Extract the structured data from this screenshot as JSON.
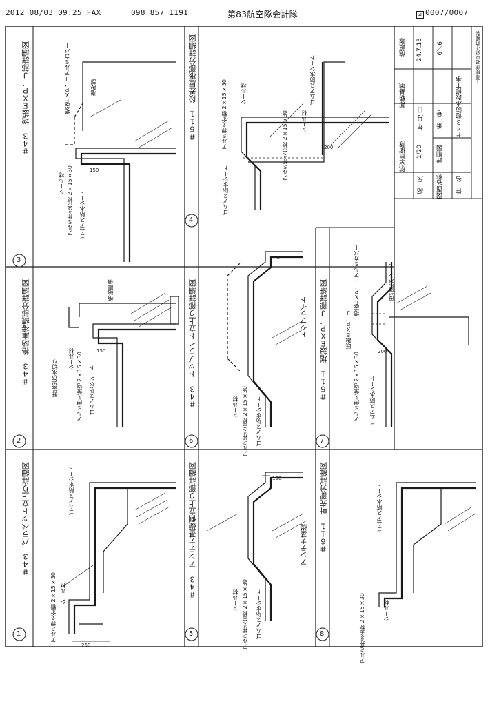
{
  "fax_header": {
    "datetime": "2012 08/03 09:25 FAX",
    "fax_number": "098 857 1191",
    "sender": "第83航空隊会計隊",
    "page": "0007/0007"
  },
  "title_block": {
    "heading": "工事関係者以外不許複製",
    "rows": [
      {
        "label": "件　名",
        "value": "＃４３他防水改修工事"
      },
      {
        "label": "図面名称",
        "value": "詳細図",
        "sub_label": "番　号",
        "sub_value": "6／6"
      },
      {
        "label": "縮　尺",
        "value": "1/20",
        "sub_label": "年 月 日",
        "sub_value": "24.7.13"
      }
    ],
    "organization": "航空自衛隊",
    "base": "那覇基地",
    "dept": "施設隊"
  },
  "panels": [
    {
      "num": "1",
      "title": "＃４３　パラペット立上り詳細図",
      "labels": {
        "sheet": "ゴムアス防水シート",
        "metal": "アルミ押え金物",
        "metal_size": "2×15×30",
        "seal": "シール材",
        "dim": "250"
      }
    },
    {
      "num": "2",
      "title": "＃４３　格納庫接続部分詳細図",
      "labels": {
        "existing": "既設SUS水切り",
        "seal": "シール材",
        "metal": "アルミ押え金物",
        "metal_size": "2×15×30",
        "sheet": "ゴムアス防水シート",
        "building": "格納庫棟",
        "dim": "150"
      }
    },
    {
      "num": "3",
      "title": "＃４３　増設ＥＸＰ．Ｊ部詳細図",
      "labels": {
        "cover": "増設ＥＸＰ．Ｊアルミカバー",
        "part": "増設部",
        "seal": "シール材",
        "metal": "アルミ押え金物",
        "metal_size": "2×15×30",
        "sheet": "ゴムアス防水シート",
        "dim": "150"
      }
    },
    {
      "num": "4",
      "title": "＃６１１　段差屋根部分詳細図",
      "labels": {
        "metal": "アルミ押え金物",
        "metal_size": "2×15×30",
        "seal": "シール材",
        "metal2": "アルミ押え金物",
        "metal2_size": "2×15×30",
        "sheet": "ゴムアス防水シート",
        "sheet2": "ゴムアス防水シート",
        "dim": "200"
      }
    },
    {
      "num": "5",
      "title": "＃４３　アンテナ基礎側立上り部詳細図",
      "labels": {
        "seal": "シール材",
        "metal": "アルミ押え金物",
        "metal_size": "2×15×30",
        "sheet": "ゴムアス防水シート",
        "base": "アンテナ基礎",
        "dim": "150"
      }
    },
    {
      "num": "6",
      "title": "＃４３　トップライト立上り部詳細図",
      "labels": {
        "seal": "シール材",
        "metal": "アルミ押え金物",
        "metal_size": "2×15×30",
        "sheet": "ゴムアス防水シート",
        "toplight": "トップライト",
        "dim": "150"
      }
    },
    {
      "num": "7",
      "title": "＃６１１　増設ＥＸＰ．Ｊ部詳細図",
      "labels": {
        "cover": "増設ＥＸＰ．Ｊアルミカバー",
        "existing": "既設防水シート",
        "old": "既設ＥＸＰ．Ｊ",
        "metal": "アルミ押え金物",
        "metal_size": "2×15×30",
        "sheet": "ゴムアス防水シート",
        "dim": "200"
      }
    },
    {
      "num": "8",
      "title": "＃６１１　軒先部分詳細図",
      "labels": {
        "sheet": "ゴムアス防水シート",
        "metal": "アルミ押え金物",
        "metal_size": "2×15×30",
        "seal": "シール材"
      }
    }
  ]
}
